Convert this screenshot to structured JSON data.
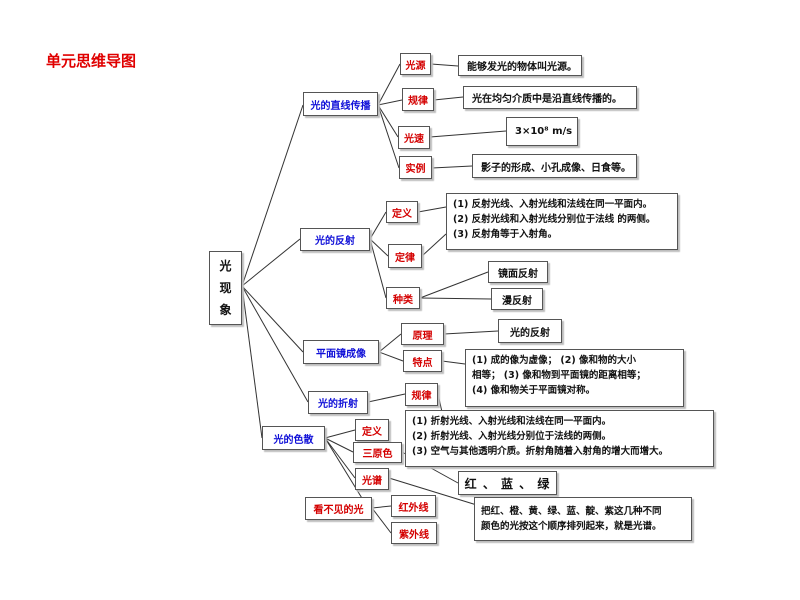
{
  "title": "单元思维导图",
  "root": [
    "光",
    "现",
    "象"
  ],
  "branches": {
    "straight": {
      "label": "光的直线传播",
      "source": {
        "label": "光源",
        "text": "能够发光的物体叫光源。"
      },
      "law": {
        "label": "规律",
        "text": "光在均匀介质中是沿直线传播的。"
      },
      "speed": {
        "label": "光速",
        "text": "3×10⁸ m/s"
      },
      "example": {
        "label": "实例",
        "text": "影子的形成、小孔成像、日食等。"
      }
    },
    "reflection": {
      "label": "光的反射",
      "definition": "定义",
      "law": "定律",
      "law_lines": [
        "(1) 反射光线、入射光线和法线在同一平面内。",
        "(2) 反射光线和入射光线分别位于法线 的两侧。",
        "(3) 反射角等于入射角。"
      ],
      "types": "种类",
      "type_items": [
        "镜面反射",
        "漫反射"
      ]
    },
    "mirror": {
      "label": "平面镜成像",
      "principle": "原理",
      "principle_text": "光的反射",
      "features": "特点",
      "feature_lines": [
        "(1) 成的像为虚像； (2) 像和物的大小",
        "相等； (3) 像和物到平面镜的距离相等；",
        "(4) 像和物关于平面镜对称。"
      ]
    },
    "refraction": {
      "label": "光的折射",
      "law": "规律",
      "law_lines": [
        "(1) 折射光线、入射光线和法线在同一平面内。",
        "(2) 折射光线、入射光线分别位于法线的两侧。",
        "(3) 空气与其他透明介质。折射角随着入射角的增大而增大。"
      ]
    },
    "dispersion": {
      "label": "光的色散",
      "definition": "定义",
      "primaries": "三原色",
      "primary_colors": "红 、 蓝 、 绿",
      "spectrum": "光谱",
      "spectrum_lines": [
        "把红、橙、黄、绿、蓝、靛、紫这几种不同",
        "颜色的光按这个顺序排列起来，就是光谱。"
      ]
    },
    "invisible": {
      "label": "看不见的光",
      "infrared": "红外线",
      "ultraviolet": "紫外线"
    }
  },
  "colors": {
    "title": "#e00000",
    "branch": "#1010d8",
    "leaf": "#d40000",
    "line": "#333333"
  }
}
